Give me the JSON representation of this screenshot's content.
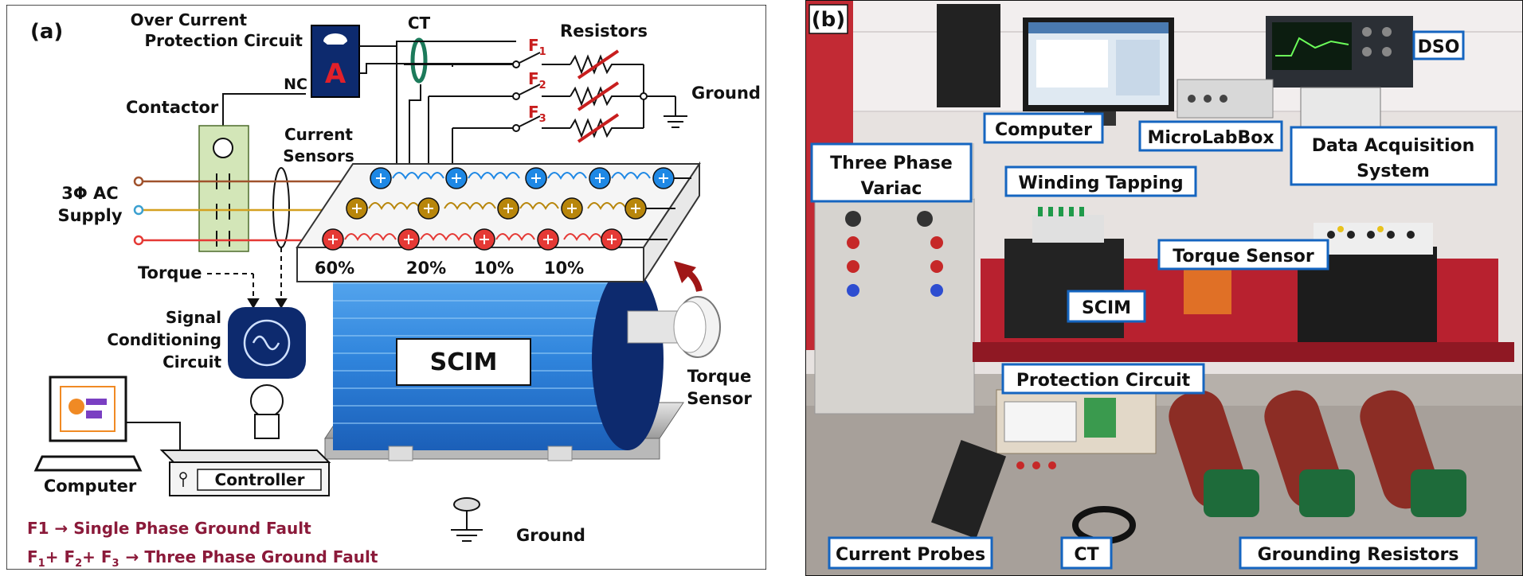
{
  "panel_a": {
    "label": "(a)",
    "over_current": [
      "Over Current",
      "Protection Circuit"
    ],
    "ammeter_symbol": "A",
    "ct": "CT",
    "nc": "NC",
    "resistors": "Resistors",
    "fault_switches": [
      {
        "main": "F",
        "sub": "1"
      },
      {
        "main": "F",
        "sub": "2"
      },
      {
        "main": "F",
        "sub": "3"
      }
    ],
    "ground_top": "Ground",
    "contactor": "Contactor",
    "current_sensors": [
      "Current",
      "Sensors"
    ],
    "supply": [
      "3Φ AC",
      "Supply"
    ],
    "percentages": [
      "60%",
      "20%",
      "10%",
      "10%"
    ],
    "torque": "Torque",
    "signal_conditioning": [
      "Signal",
      "Conditioning",
      "Circuit"
    ],
    "scim": "SCIM",
    "torque_sensor": [
      "Torque",
      "Sensor"
    ],
    "computer": "Computer",
    "controller": "Controller",
    "ground_bottom": "Ground",
    "legend": {
      "line1": "F1 → Single Phase Ground Fault",
      "line2_terms": [
        {
          "main": "F",
          "sub": "1"
        },
        {
          "main": "+ F",
          "sub": "2"
        },
        {
          "main": "+ F",
          "sub": "3"
        }
      ],
      "line2_tail": "→  Three Phase Ground Fault"
    },
    "colors": {
      "accent": "#8b1a3a",
      "phase_blue": "#1e88e5",
      "phase_gold": "#b8860b",
      "phase_red": "#e53935",
      "motor": "#3d8fe0",
      "navy": "#0d2a6e"
    }
  },
  "panel_b": {
    "label": "(b)",
    "callouts": [
      "DSO",
      "Computer",
      "MicroLabBox",
      "Data Acquisition\nSystem",
      "Three Phase\nVariac",
      "Winding Tapping",
      "Torque Sensor",
      "SCIM",
      "Protection Circuit",
      "Current Probes",
      "CT",
      "Grounding Resistors"
    ]
  }
}
